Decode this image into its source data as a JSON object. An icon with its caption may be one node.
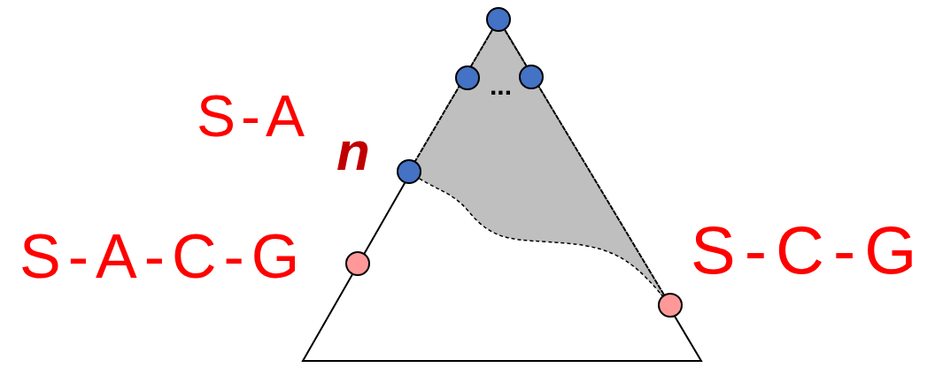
{
  "diagram": {
    "labels": [
      "S-A",
      "n",
      "...",
      "S-A-C-G",
      "S-C-G"
    ]
  }
}
